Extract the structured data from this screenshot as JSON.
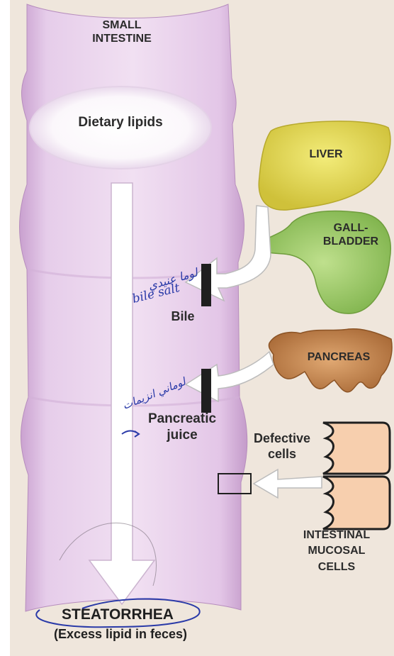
{
  "title": "SMALL INTESTINE",
  "title_lines": [
    "SMALL",
    "INTESTINE"
  ],
  "dietary_lipids": "Dietary lipids",
  "organs": {
    "liver": "LIVER",
    "gallbladder_lines": [
      "GALL-",
      "BLADDER"
    ],
    "pancreas": "PANCREAS",
    "intestinal_lines": [
      "INTESTINAL",
      "MUCOSAL",
      "CELLS"
    ]
  },
  "labels": {
    "bile": "Bile",
    "pancreatic_lines": [
      "Pancreatic",
      "juice"
    ],
    "defective_lines": [
      "Defective",
      "cells"
    ]
  },
  "outcome": {
    "title": "STEATORRHEA",
    "subtitle": "(Excess lipid in feces)"
  },
  "handwritten": {
    "note_bile_1": "لوما عنيدي",
    "note_bile_2": "bile salt",
    "note_pancreatic": "لوماني انزيمات"
  },
  "colors": {
    "background": "#efe6dc",
    "intestine": "#e3c9e6",
    "liver": "#e9e05a",
    "gallbladder": "#9fcd6a",
    "pancreas": "#c98a52",
    "mucosal": "#f5c9a8",
    "blocker": "#1f1f1f",
    "ink": "#2a3aa8"
  }
}
